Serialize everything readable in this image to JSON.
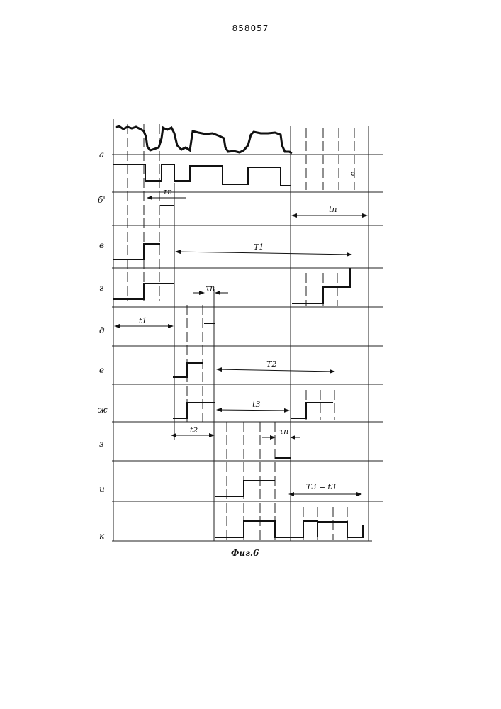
{
  "page_number": "858057",
  "caption": "Фиг.6",
  "row_labels": [
    "а",
    "б'",
    "в",
    "г",
    "д",
    "е",
    "ж",
    "з",
    "и",
    "к"
  ],
  "annotations": {
    "tau_n": "τп",
    "t_n": "tп",
    "T1": "Т1",
    "t1": "t1",
    "T2": "Т2",
    "t3": "t3",
    "t2": "t2",
    "T3_eq_t3": "Т3 = t3"
  }
}
